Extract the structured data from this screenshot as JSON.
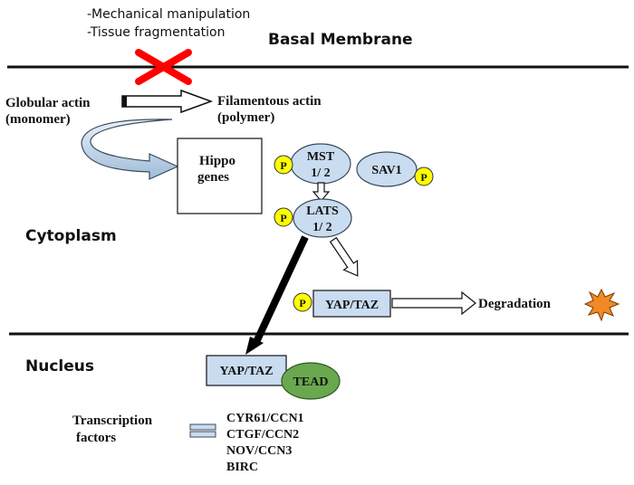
{
  "notes": {
    "line1": "-Mechanical manipulation",
    "line2": "-Tissue fragmentation"
  },
  "regions": {
    "basal_membrane": "Basal Membrane",
    "cytoplasm": "Cytoplasm",
    "nucleus": "Nucleus"
  },
  "actin": {
    "globular_line1": "Globular actin",
    "globular_line2": "(monomer)",
    "filamentous_line1": "Filamentous actin",
    "filamentous_line2": "(polymer)"
  },
  "hippo": {
    "line1": "Hippo",
    "line2": "genes"
  },
  "kinases": {
    "mst_line1": "MST",
    "mst_line2": "1/ 2",
    "sav1": "SAV1",
    "lats_line1": "LATS",
    "lats_line2": "1/ 2",
    "phospho": "P"
  },
  "yap": {
    "cytoplasm_label": "YAP/TAZ",
    "degradation": "Degradation",
    "nucleus_label": "YAP/TAZ",
    "tead": "TEAD"
  },
  "transcription": {
    "label_line1": "Transcription",
    "label_line2": "factors",
    "targets": [
      "CYR61/CCN1",
      "CTGF/CCN2",
      "NOV/CCN3",
      "BIRC"
    ]
  },
  "colors": {
    "shape_fill": "#c9dcf0",
    "tead_fill": "#6aa84f",
    "phospho_fill": "#ffff00",
    "blocked_x": "#ff0000",
    "star_fill": "#f08a24"
  }
}
